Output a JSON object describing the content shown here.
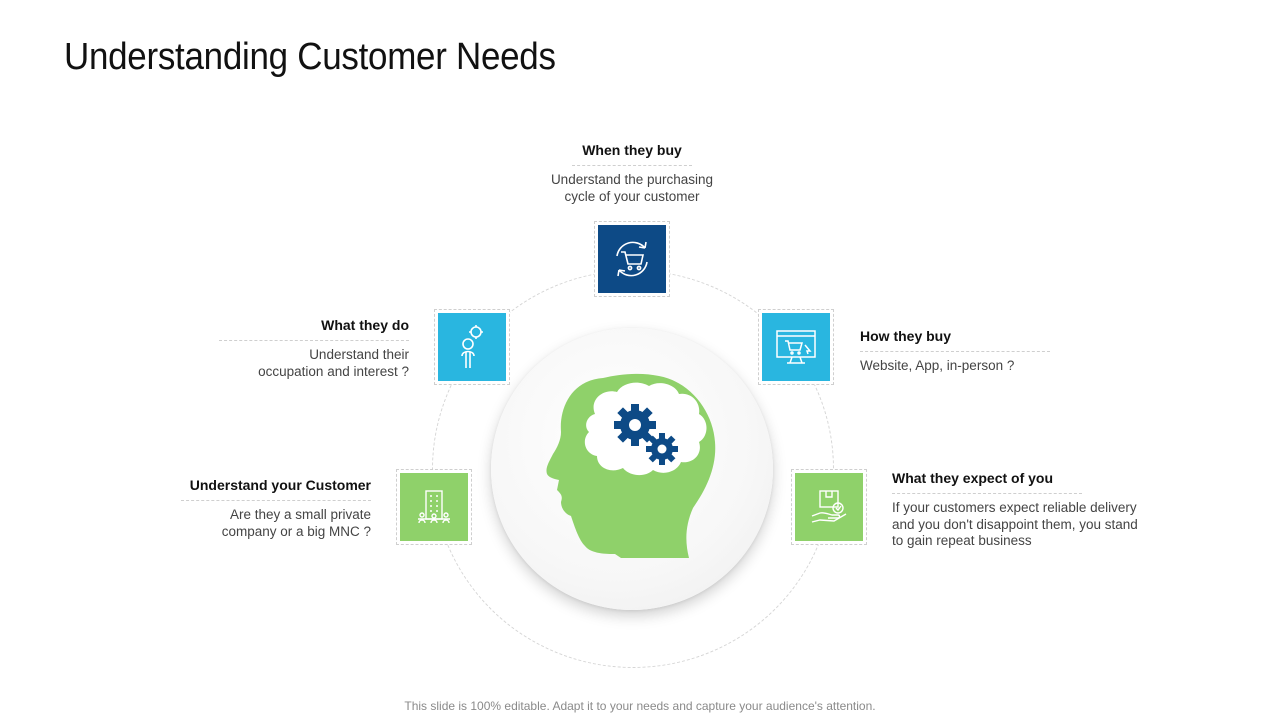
{
  "slide": {
    "title": "Understanding Customer Needs",
    "footer": "This slide is 100% editable. Adapt it to your needs and capture your audience's attention."
  },
  "items": {
    "when_buy": {
      "title": "When they buy",
      "desc": "Understand the purchasing\ncycle of your customer"
    },
    "what_do": {
      "title": "What they do",
      "desc": "Understand their\noccupation and interest ?"
    },
    "how_buy": {
      "title": "How they buy",
      "desc": "Website, App, in-person ?"
    },
    "understand_customer": {
      "title": "Understand your Customer",
      "desc": "Are they a small private\ncompany or a big MNC ?"
    },
    "expect_you": {
      "title": "What they expect of you",
      "desc": "If your customers expect reliable delivery\nand you don't disappoint them, you stand\nto gain repeat business"
    }
  },
  "icons": {
    "center": "head-with-gears-icon",
    "when_buy": "cart-cycle-icon",
    "what_do": "person-gear-icon",
    "how_buy": "online-shop-icon",
    "understand_customer": "office-building-icon",
    "expect_you": "hand-package-icon"
  },
  "colors": {
    "green": "#8fd16a",
    "cyan": "#29b6e0",
    "navy": "#0d4a86",
    "gear": "#0d4a86"
  }
}
